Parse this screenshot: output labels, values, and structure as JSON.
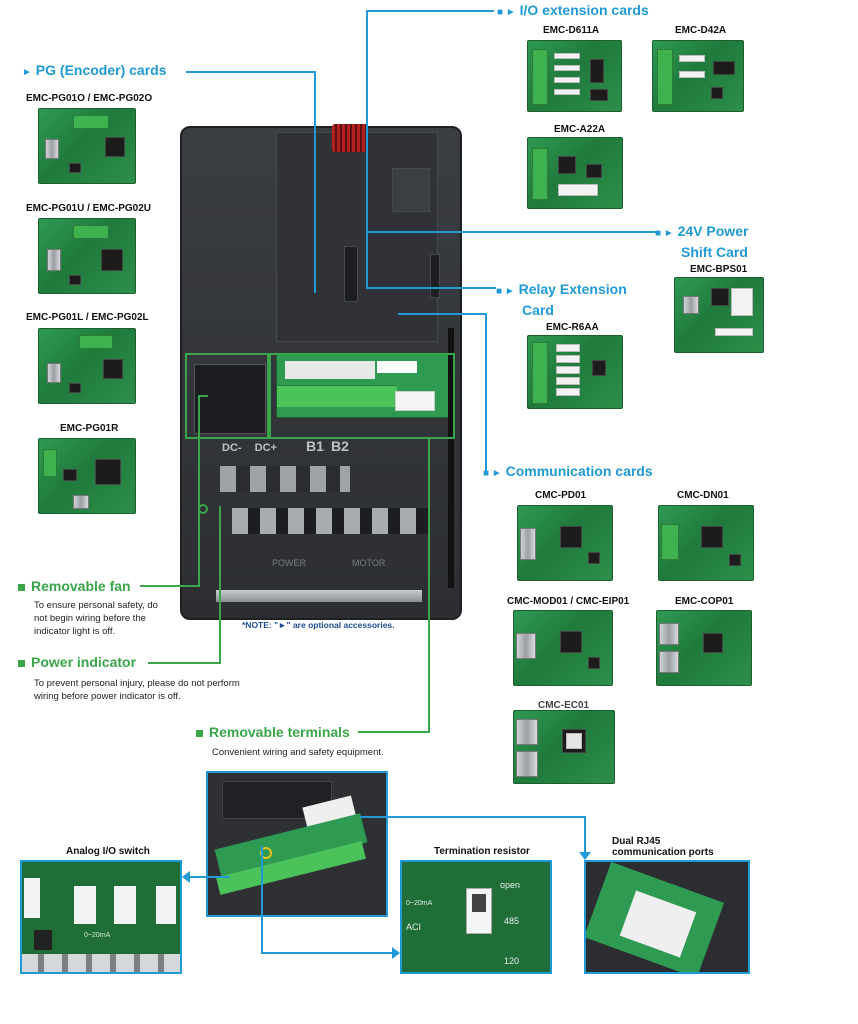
{
  "headings": {
    "io_extension": "I/O extension cards",
    "pg_encoder": "PG (Encoder) cards",
    "power_shift_line1": "24V Power",
    "power_shift_line2": "Shift Card",
    "relay_line1": "Relay Extension",
    "relay_line2": "Card",
    "communication": "Communication cards",
    "removable_fan": "Removable fan",
    "power_indicator": "Power indicator",
    "removable_terminals": "Removable terminals"
  },
  "marker_glyph": "►",
  "cards": {
    "emc_d611a": "EMC-D611A",
    "emc_d42a": "EMC-D42A",
    "emc_a22a": "EMC-A22A",
    "emc_pg01o": "EMC-PG01O / EMC-PG02O",
    "emc_pg01u": "EMC-PG01U / EMC-PG02U",
    "emc_pg01l": "EMC-PG01L / EMC-PG02L",
    "emc_pg01r": "EMC-PG01R",
    "emc_bps01": "EMC-BPS01",
    "emc_r6aa": "EMC-R6AA",
    "cmc_pd01": "CMC-PD01",
    "cmc_dn01": "CMC-DN01",
    "cmc_mod01": "CMC-MOD01 / CMC-EIP01",
    "emc_cop01": "EMC-COP01",
    "cmc_ec01": "CMC-EC01"
  },
  "descriptions": {
    "fan": "To ensure personal safety, do not begin wiring before the indicator light is off.",
    "indicator": "To prevent personal injury, please do not perform wiring before power indicator is off.",
    "terminals": "Convenient wiring and safety equipment."
  },
  "note": "*NOTE: \"►\" are optional accessories.",
  "detail_labels": {
    "analog": "Analog I/O switch",
    "termination": "Termination resistor",
    "rj45_line1": "Dual RJ45",
    "rj45_line2": "communication ports"
  },
  "drive_terminals": {
    "dcm": "DC-",
    "dcp": "DC+",
    "b1": "B1",
    "b2": "B2",
    "power": "POWER",
    "motor": "MOTOR"
  },
  "switch_labels": {
    "ma": "0~20mA",
    "aci": "ACI",
    "open": "open",
    "r120": "120",
    "r485": "485"
  },
  "colors": {
    "accent_blue": "#1f9ad6",
    "accent_green": "#3aa64a",
    "pcb_green": "#2d8f4a"
  }
}
